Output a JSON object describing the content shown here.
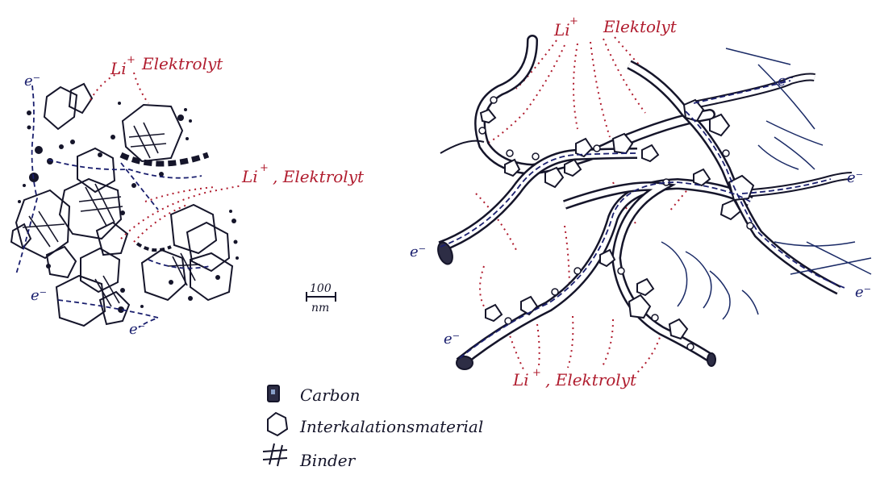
{
  "left_panel": {
    "label_top": {
      "li": "Li",
      "plus": "+",
      "electrolyte": "Elektrolyt"
    },
    "label_mid": {
      "li": "Li",
      "plus": "+",
      "electrolyte": ", Elektrolyt"
    },
    "electrons": [
      "e⁻",
      "e⁻",
      "e⁻"
    ]
  },
  "scale_bar": {
    "value": "100",
    "unit": "nm"
  },
  "right_panel": {
    "label_top": {
      "li": "Li",
      "plus": "+",
      "electrolyte": "Elektolyt"
    },
    "label_bottom": {
      "li": "Li",
      "plus": "+",
      "electrolyte": ", Elektrolyt"
    },
    "electrons": [
      "e⁻",
      "e⁻",
      "e⁻",
      "e⁻",
      "e⁻"
    ]
  },
  "legend": {
    "items": [
      {
        "label": "Carbon",
        "icon": "carbon-particle-icon"
      },
      {
        "label": "Interkalationsmaterial",
        "icon": "intercalation-particle-icon"
      },
      {
        "label": "Binder",
        "icon": "binder-hash-icon"
      }
    ]
  },
  "colors": {
    "ink": "#15152a",
    "electrolyte": "#b01c2e",
    "electron_path": "#1a1f6e"
  }
}
